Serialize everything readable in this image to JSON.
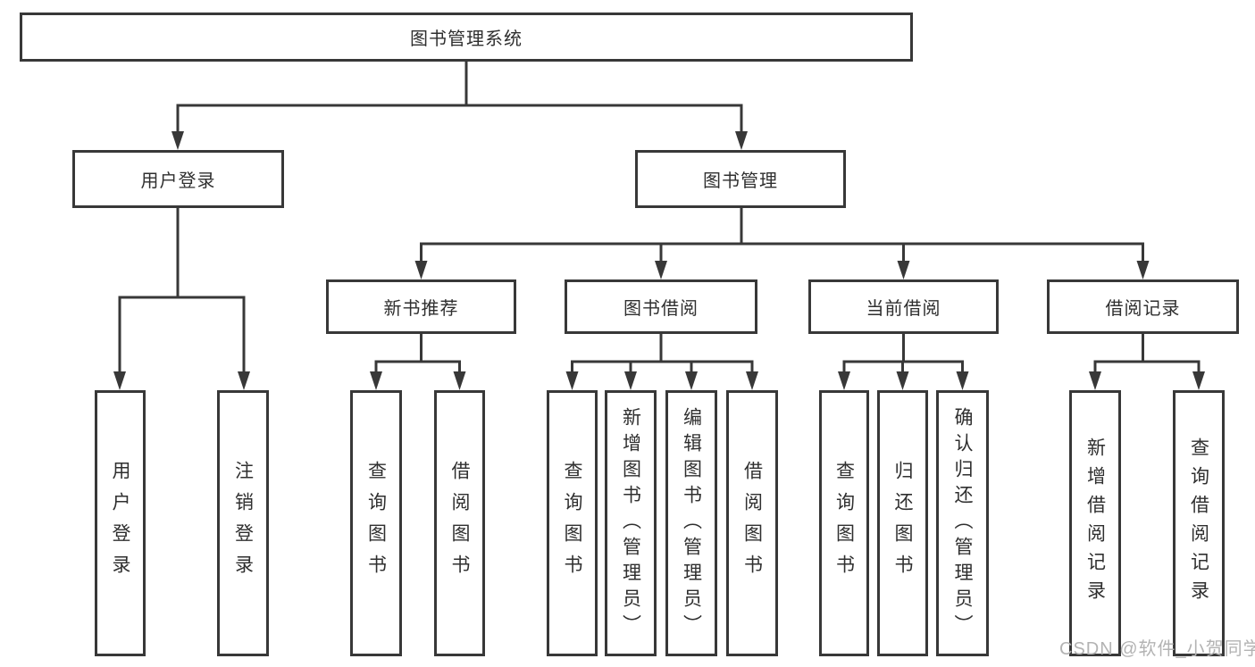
{
  "colors": {
    "line": "#383838",
    "box_border": "#383838",
    "box_background": "#ffffff",
    "text": "#2f2f2f",
    "watermark": "#b3b3b3"
  },
  "tree": {
    "label": "图书管理系统",
    "children": [
      {
        "label": "用户登录",
        "children": [
          {
            "label": "用户登录"
          },
          {
            "label": "注销登录"
          }
        ]
      },
      {
        "label": "图书管理",
        "children": [
          {
            "label": "新书推荐",
            "children": [
              {
                "label": "查询图书"
              },
              {
                "label": "借阅图书"
              }
            ]
          },
          {
            "label": "图书借阅",
            "children": [
              {
                "label": "查询图书"
              },
              {
                "label": "新增图书（管理员）"
              },
              {
                "label": "编辑图书（管理员）"
              },
              {
                "label": "借阅图书"
              }
            ]
          },
          {
            "label": "当前借阅",
            "children": [
              {
                "label": "查询图书"
              },
              {
                "label": "归还图书"
              },
              {
                "label": "确认归还（管理员）"
              }
            ]
          },
          {
            "label": "借阅记录",
            "children": [
              {
                "label": "新增借阅记录"
              },
              {
                "label": "查询借阅记录"
              }
            ]
          }
        ]
      }
    ]
  },
  "watermark": {
    "text": "CSDN @软件_小贺同学"
  }
}
